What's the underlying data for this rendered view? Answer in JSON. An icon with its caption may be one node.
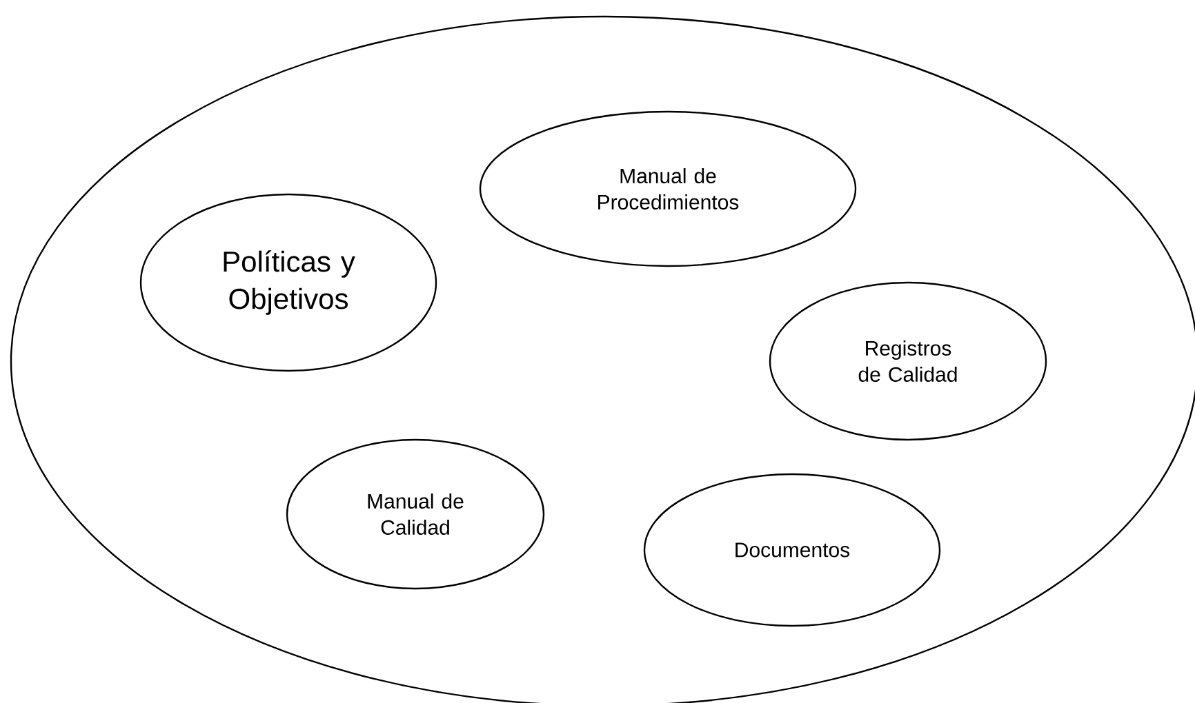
{
  "diagram": {
    "nodes": [
      {
        "text": [],
        "shape": "ellipse"
      },
      {
        "text": [
          "Manual de Procedimientos"
        ],
        "in": 0
      },
      {
        "text": [
          "Políticas y Objetivos"
        ],
        "in": 0
      },
      {
        "text": [
          "Registros de Calidad"
        ],
        "in": 0
      },
      {
        "text": [
          "Manual de Calidad"
        ],
        "in": 0
      },
      {
        "text": [
          "Documentos"
        ],
        "in": 0
      }
    ]
  }
}
